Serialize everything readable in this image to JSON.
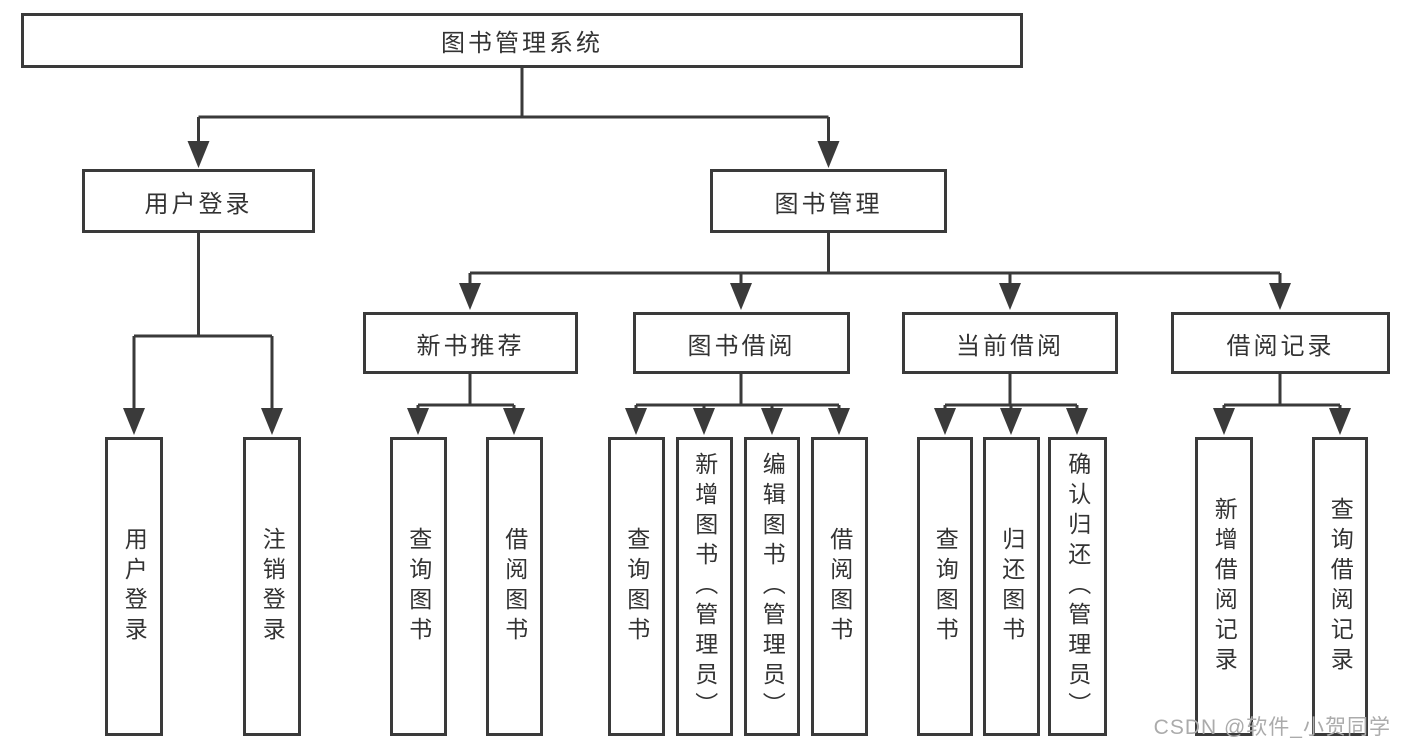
{
  "diagram": {
    "title": "图书管理系统",
    "level2": [
      {
        "label": "用户登录"
      },
      {
        "label": "图书管理"
      }
    ],
    "level3": [
      {
        "label": "新书推荐"
      },
      {
        "label": "图书借阅"
      },
      {
        "label": "当前借阅"
      },
      {
        "label": "借阅记录"
      }
    ],
    "leaves": {
      "user_login": [
        "用户登录",
        "注销登录"
      ],
      "new_books": [
        "查询图书",
        "借阅图书"
      ],
      "book_borrow": [
        "查询图书",
        "新增图书（管理员）",
        "编辑图书（管理员）",
        "借阅图书"
      ],
      "current_borrow": [
        "查询图书",
        "归还图书",
        "确认归还（管理员）"
      ],
      "borrow_records": [
        "新增借阅记录",
        "查询借阅记录"
      ]
    }
  },
  "watermark": {
    "text": "CSDN @软件_小贺同学"
  },
  "colors": {
    "line": "#3a3a3a",
    "text": "#333333",
    "watermark": "#ababab",
    "background": "#ffffff"
  }
}
